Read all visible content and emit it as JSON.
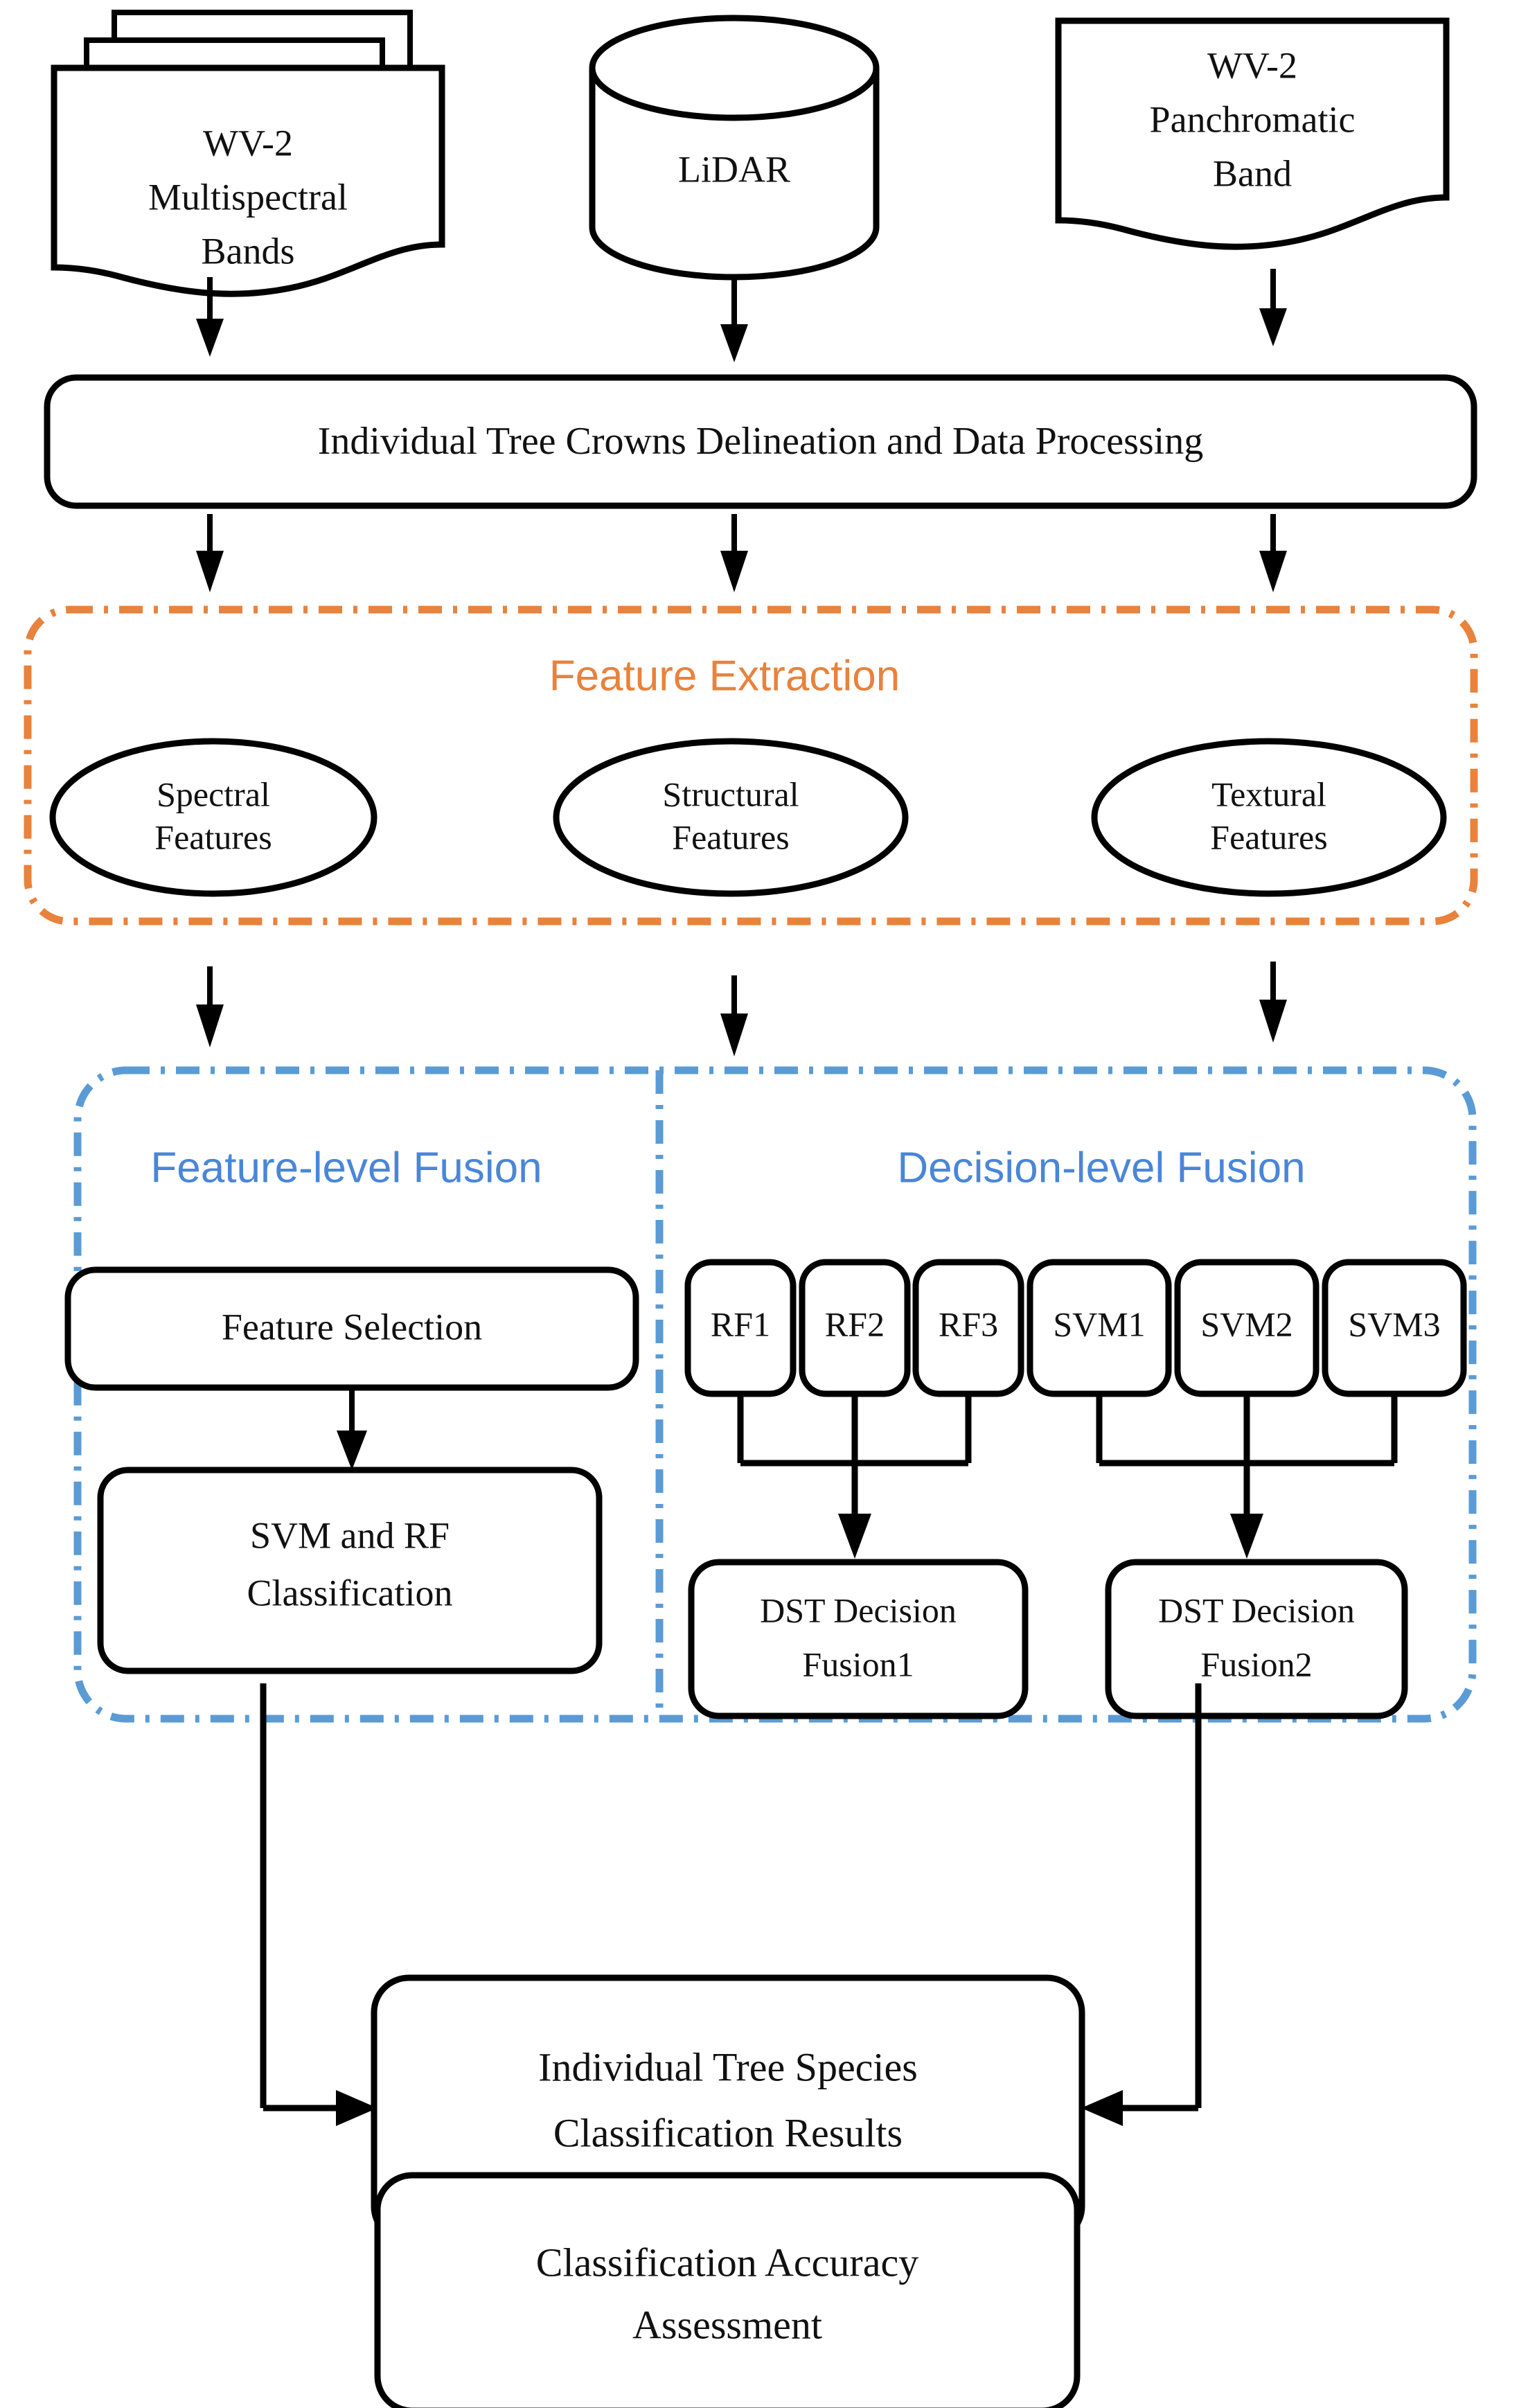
{
  "diagram": {
    "title": "Individual Tree Species Classification Workflow",
    "colors": {
      "feature_extraction_accent": "#E8823C",
      "fusion_accent": "#5B9BD5",
      "fusion_label": "#4A86D8",
      "stroke": "#000000",
      "background": "#FFFFFF"
    },
    "inputs": [
      {
        "id": "wv2-multispectral",
        "shape": "multi-document",
        "line1": "WV-2",
        "line2": "Multispectral",
        "line3": "Bands"
      },
      {
        "id": "lidar",
        "shape": "cylinder",
        "line1": "LiDAR"
      },
      {
        "id": "wv2-panchromatic",
        "shape": "document",
        "line1": "WV-2",
        "line2": "Panchromatic",
        "line3": "Band"
      }
    ],
    "processing": {
      "id": "itc-delineation",
      "label": "Individual Tree Crowns Delineation and Data Processing"
    },
    "feature_extraction": {
      "group_label": "Feature Extraction",
      "features": [
        {
          "id": "spectral-features",
          "line1": "Spectral",
          "line2": "Features"
        },
        {
          "id": "structural-features",
          "line1": "Structural",
          "line2": "Features"
        },
        {
          "id": "textural-features",
          "line1": "Textural",
          "line2": "Features"
        }
      ]
    },
    "fusion": {
      "feature_level": {
        "group_label": "Feature-level Fusion",
        "nodes": [
          {
            "id": "feature-selection",
            "line1": "Feature Selection"
          },
          {
            "id": "svm-rf-classification",
            "line1": "SVM and RF",
            "line2": "Classification"
          }
        ]
      },
      "decision_level": {
        "group_label": "Decision-level Fusion",
        "classifiers": [
          {
            "id": "rf1",
            "label": "RF1"
          },
          {
            "id": "rf2",
            "label": "RF2"
          },
          {
            "id": "rf3",
            "label": "RF3"
          },
          {
            "id": "svm1",
            "label": "SVM1"
          },
          {
            "id": "svm2",
            "label": "SVM2"
          },
          {
            "id": "svm3",
            "label": "SVM3"
          }
        ],
        "fusion_nodes": [
          {
            "id": "dst-fusion-1",
            "line1": "DST Decision",
            "line2": "Fusion1"
          },
          {
            "id": "dst-fusion-2",
            "line1": "DST Decision",
            "line2": "Fusion2"
          }
        ]
      }
    },
    "results": {
      "id": "classification-results",
      "line1": "Individual Tree Species",
      "line2": "Classification Results"
    },
    "assessment": {
      "id": "accuracy-assessment",
      "line1": "Classification Accuracy",
      "line2": "Assessment"
    }
  }
}
